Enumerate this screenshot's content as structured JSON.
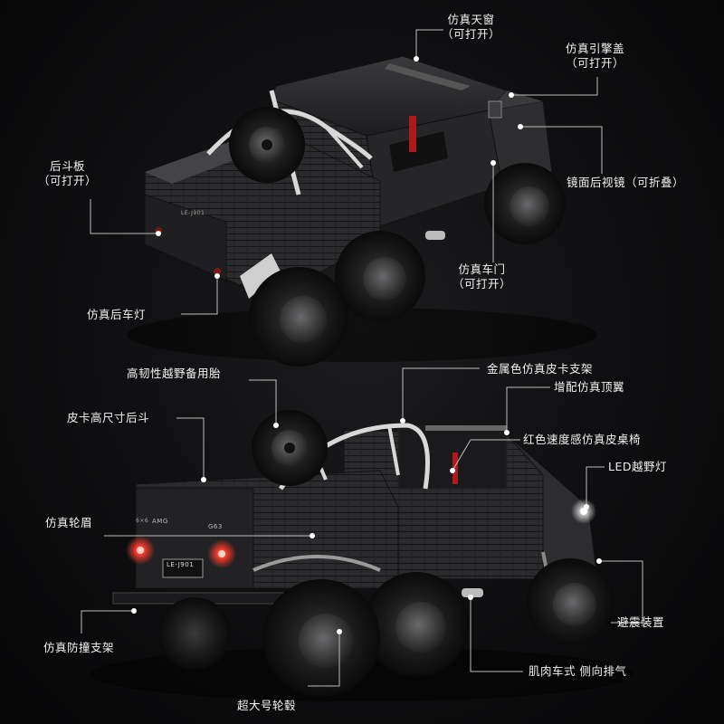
{
  "colors": {
    "background": "#0b0b0c",
    "text": "#f2f2f2",
    "leader": "#bdbdbd",
    "body": "#2a2a2d",
    "chrome": "#d8d8d8",
    "light": "#ff3a2a"
  },
  "labels": {
    "sunroof": {
      "title": "仿真天窗",
      "sub": "（可打开）"
    },
    "hood": {
      "title": "仿真引擎盖",
      "sub": "（可打开）"
    },
    "tailgate": {
      "title": "后斗板",
      "sub": "（可打开）"
    },
    "mirror": {
      "title": "镜面后视镜（可折叠）"
    },
    "door": {
      "title": "仿真车门",
      "sub": "（可打开）"
    },
    "rearlight": {
      "title": "仿真后车灯"
    },
    "sparetire": {
      "title": "高韧性越野备用胎"
    },
    "rollbar": {
      "title": "金属色仿真皮卡支架"
    },
    "roofwing": {
      "title": "增配仿真顶翼"
    },
    "bed": {
      "title": "皮卡高尺寸后斗"
    },
    "seats": {
      "title": "红色速度感仿真皮桌椅"
    },
    "ledlight": {
      "title": "LED越野灯"
    },
    "fender": {
      "title": "仿真轮眉"
    },
    "suspension": {
      "title": "避震装置"
    },
    "bumper": {
      "title": "仿真防撞支架"
    },
    "exhaust": {
      "title": "肌肉车式 侧向排气"
    },
    "hub": {
      "title": "超大号轮毂"
    }
  },
  "plate": {
    "top": "LE-J901",
    "bottom": "LE-J901"
  },
  "badges": {
    "amg": "AMG",
    "model": "G63",
    "small": "6×6"
  }
}
